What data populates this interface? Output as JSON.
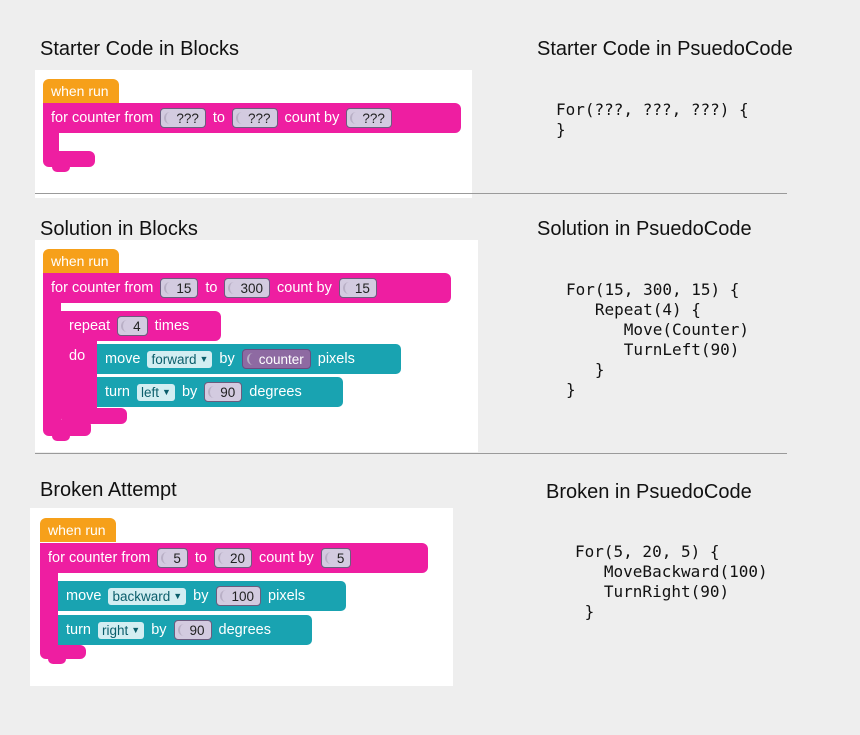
{
  "titles": {
    "starter_blocks": "Starter Code in Blocks",
    "starter_pseudo": "Starter Code in PsuedoCode",
    "solution_blocks": "Solution in Blocks",
    "solution_pseudo": "Solution in PsuedoCode",
    "broken_blocks": "Broken Attempt",
    "broken_pseudo": "Broken in PsuedoCode"
  },
  "labels": {
    "when_run": "when run",
    "for_counter_from": "for  counter  from",
    "to": "to",
    "count_by": "count by",
    "repeat": "repeat",
    "times": "times",
    "do": "do",
    "move": "move",
    "by": "by",
    "pixels": "pixels",
    "turn": "turn",
    "degrees": "degrees"
  },
  "starter": {
    "from": "???",
    "to": "???",
    "by": "???"
  },
  "solution": {
    "from": "15",
    "to": "300",
    "by": "15",
    "repeat_times": "4",
    "move_dir": "forward",
    "move_amount": "counter",
    "turn_dir": "left",
    "turn_amount": "90"
  },
  "broken": {
    "from": "5",
    "to": "20",
    "by": "5",
    "move_dir": "backward",
    "move_amount": "100",
    "turn_dir": "right",
    "turn_amount": "90"
  },
  "pseudo": {
    "starter": "For(???, ???, ???) {\n}",
    "solution": "For(15, 300, 15) {\n   Repeat(4) {\n      Move(Counter)\n      TurnLeft(90)\n   }\n}",
    "broken": "For(5, 20, 5) {\n   MoveBackward(100)\n   TurnRight(90)\n }"
  },
  "colors": {
    "event": "#f6a01a",
    "control": "#ee1ea1",
    "motion": "#19a3b1",
    "number_slot": "#d3cbe0",
    "variable": "#8e6aa2"
  }
}
